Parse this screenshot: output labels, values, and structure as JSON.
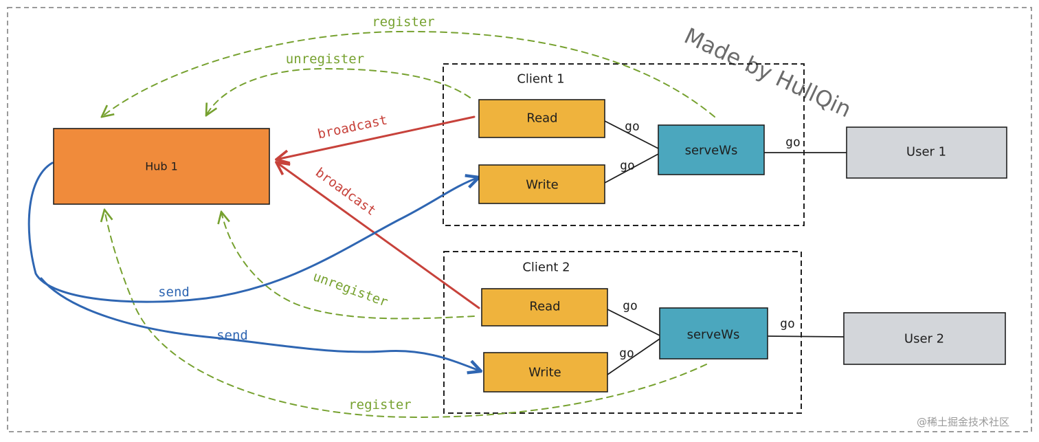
{
  "signature": "Made by HullQin",
  "watermark": "@稀土掘金技术社区",
  "colors": {
    "hub": "#f08b3b",
    "read_write": "#efb33d",
    "serve": "#4ba7be",
    "user": "#d3d6da",
    "broadcast": "#c7423b",
    "register": "#76a12f",
    "send": "#2f66b2"
  },
  "hub": {
    "label": "Hub 1"
  },
  "clients": [
    {
      "label": "Client 1",
      "read": "Read",
      "write": "Write",
      "serve": "serveWs",
      "go_read": "go",
      "go_write": "go",
      "go_user": "go"
    },
    {
      "label": "Client 2",
      "read": "Read",
      "write": "Write",
      "serve": "serveWs",
      "go_read": "go",
      "go_write": "go",
      "go_user": "go"
    }
  ],
  "users": [
    {
      "label": "User 1"
    },
    {
      "label": "User 2"
    }
  ],
  "edge_labels": {
    "register_top": "register",
    "unregister_top": "unregister",
    "broadcast_1": "broadcast",
    "broadcast_2": "broadcast",
    "unregister_bottom": "unregister",
    "send_1": "send",
    "send_2": "send",
    "register_bottom": "register"
  }
}
